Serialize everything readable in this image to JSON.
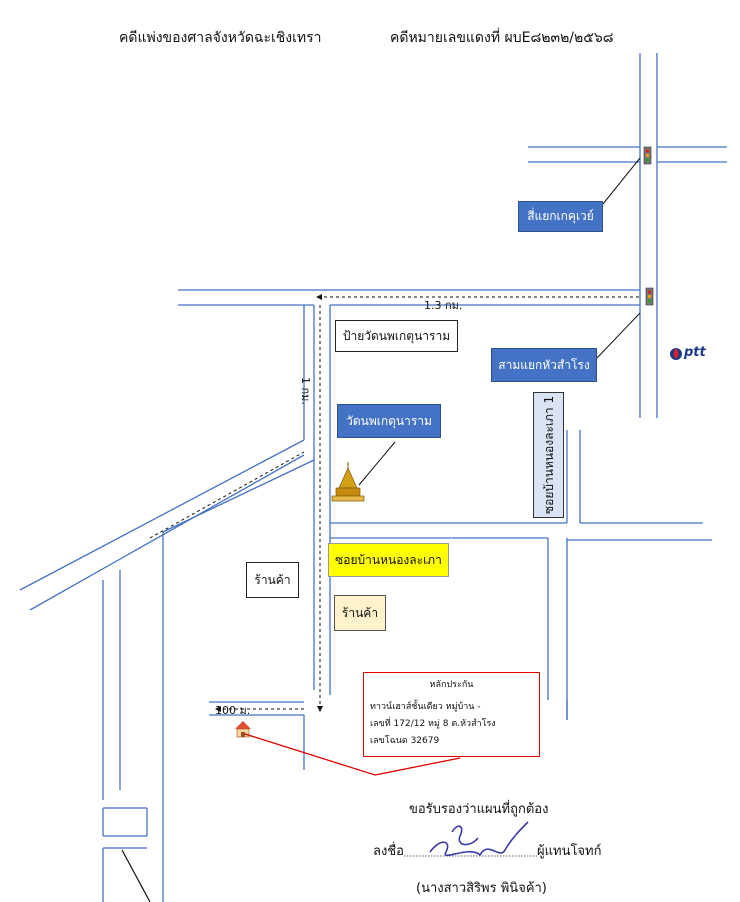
{
  "header": {
    "left": "คดีแพ่งของศาลจังหวัดฉะเชิงเทรา",
    "right": "คดีหมายเลขแดงที่  ผบE๘๒๓๒/๒๕๖๘"
  },
  "labels": {
    "intersection_4way": "สี่แยกเกคุเวย์",
    "intersection_3way": "สามแยกหัวสำโรง",
    "temple_sign": "ป้ายวัดนพเกตุนาราม",
    "temple": "วัดนพเกตุนาราม",
    "soi_vertical": "ซอยบ้านหนองละเภา 1",
    "soi_yellow": "ซอยบ้านหนองละเภา",
    "shop_left": "ร้านค้า",
    "shop_right": "ร้านค้า"
  },
  "distances": {
    "horizontal": "1.3 กม.",
    "vertical": "1 กม.",
    "short": "100 ม."
  },
  "collateral": {
    "title": "หลักประกัน",
    "line1": "ทาวน์เฮาส์ชั้นเดียว หมู่บ้าน -",
    "line2": "เลขที่ 172/12   หมู่ 8  ต.หัวสำโรง",
    "line3": "เลขโฉนด  32679"
  },
  "signature": {
    "certify": "ขอรับรองว่าแผนที่ถูกต้อง",
    "sign_label": "ลงชื่อ",
    "role": "ผู้แทนโจทก์",
    "name": "(นางสาวสิริพร พินิจค้า)"
  },
  "brand": {
    "ptt": "ptt"
  },
  "colors": {
    "road": "#4472c4",
    "box_blue": "#4472c4",
    "marker_line": "#e00000",
    "highlight": "#ffff00",
    "traffic_light": "#777777"
  },
  "icons": [
    "traffic-light-icon",
    "temple-icon",
    "house-icon",
    "ptt-logo-icon",
    "arrow-icon"
  ]
}
